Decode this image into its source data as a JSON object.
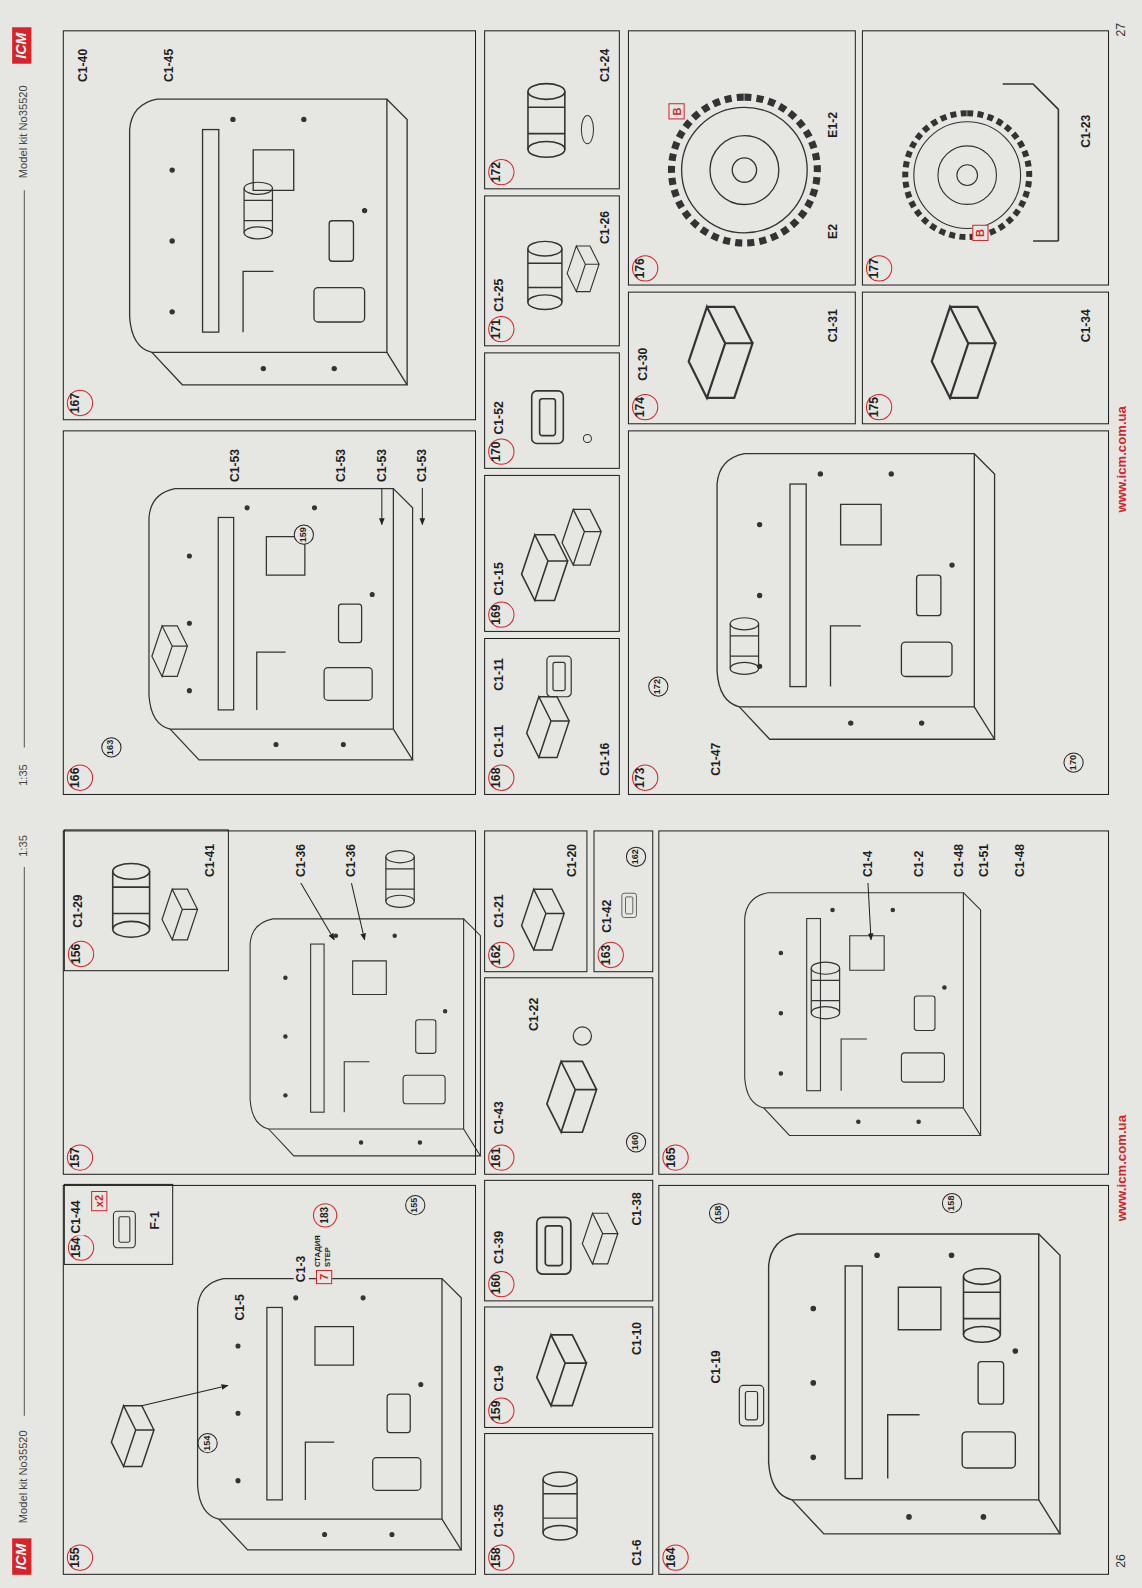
{
  "diagram": {
    "nodes": [
      {
        "text": [
          "155"
        ]
      },
      {
        "text": [
          "154"
        ],
        "in": 0
      },
      {
        "text": [
          "157"
        ]
      },
      {
        "text": [
          "156"
        ],
        "in": 2
      },
      {
        "text": [
          "158"
        ]
      },
      {
        "text": [
          "159"
        ]
      },
      {
        "text": [
          "160"
        ]
      },
      {
        "text": [
          "161"
        ]
      },
      {
        "text": [
          "162"
        ]
      },
      {
        "text": [
          "163"
        ]
      },
      {
        "text": [
          "164"
        ]
      },
      {
        "text": [
          "165"
        ]
      },
      {
        "text": [
          "166"
        ]
      },
      {
        "text": [
          "167"
        ]
      },
      {
        "text": [
          "168"
        ]
      },
      {
        "text": [
          "169"
        ]
      },
      {
        "text": [
          "170"
        ]
      },
      {
        "text": [
          "171"
        ]
      },
      {
        "text": [
          "172"
        ]
      },
      {
        "text": [
          "173"
        ]
      },
      {
        "text": [
          "174"
        ]
      },
      {
        "text": [
          "175"
        ]
      },
      {
        "text": [
          "176"
        ]
      },
      {
        "text": [
          "177"
        ]
      }
    ],
    "labels": [
      "ICM",
      "Model kit No35520",
      "1:35",
      "C1-44",
      "x2",
      "F-1",
      "154",
      "C1-5",
      "C1-3",
      "7",
      "СТАДИЯ",
      "STEP",
      "183",
      "155",
      "C1-29",
      "C1-41",
      "C1-36",
      "C1-36",
      "C1-35",
      "C1-6",
      "C1-9",
      "C1-10",
      "C1-39",
      "C1-38",
      "C1-43",
      "C1-22",
      "160",
      "C1-21",
      "C1-20",
      "C1-42",
      "162",
      "C1-19",
      "158",
      "158",
      "C1-4",
      "C1-2",
      "C1-48",
      "C1-51",
      "C1-48",
      "26",
      "www.icm.com.ua",
      "1:35",
      "Model kit No35520",
      "ICM",
      "163",
      "C1-53",
      "159",
      "C1-53",
      "C1-53",
      "C1-53",
      "C1-40",
      "C1-45",
      "C1-11",
      "C1-16",
      "C1-11",
      "C1-15",
      "C1-52",
      "C1-25",
      "C1-26",
      "C1-24",
      "172",
      "C1-47",
      "170",
      "C1-30",
      "C1-31",
      "C1-34",
      "B",
      "E1-2",
      "E2",
      "B",
      "C1-23",
      "www.icm.com.ua",
      "27"
    ]
  }
}
